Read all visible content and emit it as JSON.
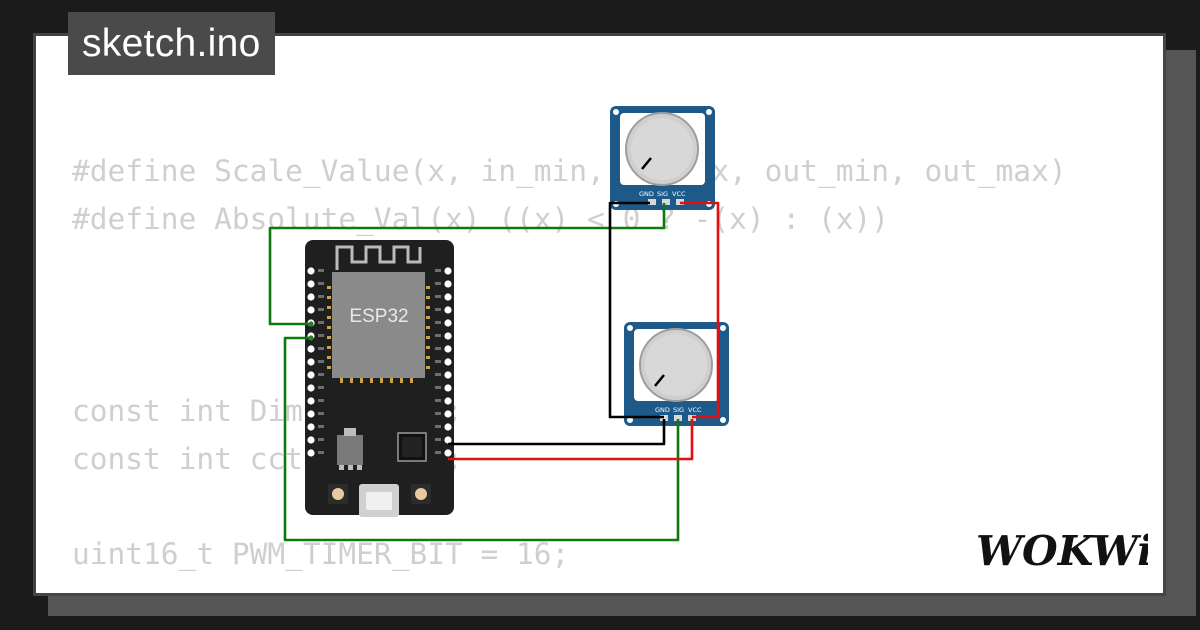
{
  "tab": {
    "filename": "sketch.ino"
  },
  "code_lines": [
    "#define Scale_Value(x, in_min, in_max, out_min, out_max)",
    "#define Absolute_Val(x) ((x) < 0 ? -(x) : (x))",
    "const int DimPot = 35;",
    "const int cctPot = 32;",
    "uint16_t PWM_TIMER_BIT = 16;"
  ],
  "board": {
    "chip_label": "ESP32"
  },
  "potentiometer_pins": {
    "gnd": "GND",
    "sig": "SIG",
    "vcc": "VCC"
  },
  "brand": {
    "logo_text": "WOKWi"
  },
  "colors": {
    "board": "#1f1f1f",
    "pot_module": "#1d5a8a",
    "wire_gnd": "#000000",
    "wire_vcc": "#e01010",
    "wire_signal": "#0c7a0c"
  }
}
